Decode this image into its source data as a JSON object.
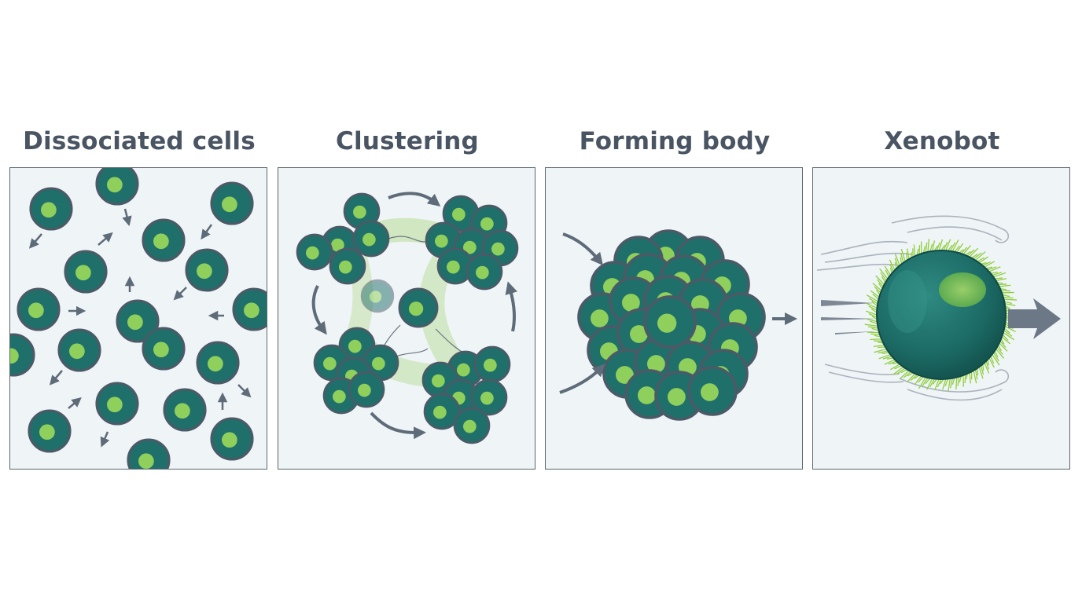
{
  "stages": [
    {
      "title": "Dissociated cells"
    },
    {
      "title": "Clustering"
    },
    {
      "title": "Forming body"
    },
    {
      "title": "Xenobot"
    }
  ],
  "colors": {
    "cell_fill": "#1f6f6a",
    "cell_outline": "#4b5a66",
    "nucleus": "#8fcf5c",
    "arrow": "#5e6b78",
    "panel_bg": "#eff4f7",
    "cilia": "#8fcf3c",
    "title_text": "#4a5563"
  }
}
